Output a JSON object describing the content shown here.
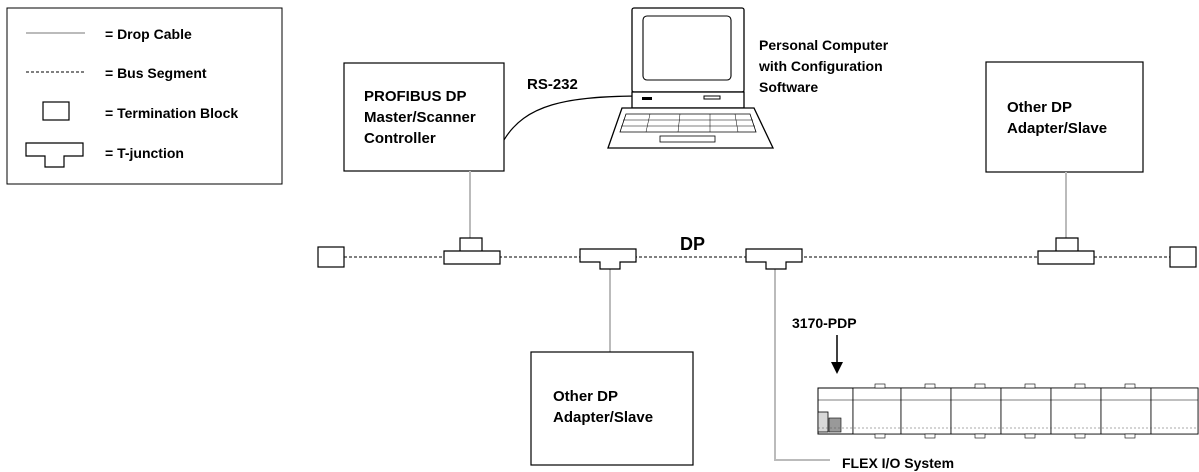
{
  "legend": {
    "items": [
      {
        "label": "= Drop Cable",
        "icon": "drop-cable-line"
      },
      {
        "label": "= Bus Segment",
        "icon": "bus-segment-line"
      },
      {
        "label": "= Termination Block",
        "icon": "termination-block-shape"
      },
      {
        "label": "= T-junction",
        "icon": "t-junction-shape"
      }
    ]
  },
  "master": {
    "line1": "PROFIBUS DP",
    "line2": "Master/Scanner",
    "line3": "Controller"
  },
  "pc": {
    "line1": "Personal Computer",
    "line2": "with Configuration",
    "line3": "Software"
  },
  "rs232": "RS-232",
  "slave_right": {
    "line1": "Other DP",
    "line2": "Adapter/Slave"
  },
  "slave_bottom": {
    "line1": "Other DP",
    "line2": "Adapter/Slave"
  },
  "bus_label": "DP",
  "adapter_label": "3170-PDP",
  "flex_label": "FLEX I/O System",
  "colors": {
    "drop_cable": "#bbbbbb",
    "bus": "#000000"
  }
}
